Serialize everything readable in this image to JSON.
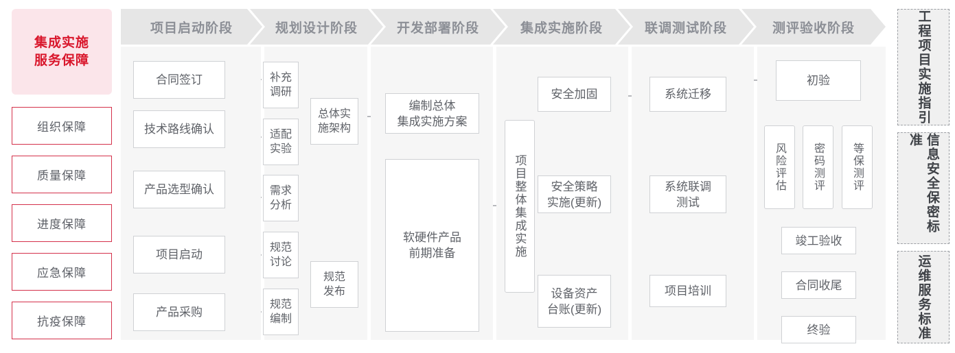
{
  "guarantee": {
    "title_lines": [
      "集成实施",
      "服务保障"
    ],
    "title_text": "集成实施服务保障",
    "accent_color": "#d9172c",
    "accent_bg": "#fbe5ea",
    "items": [
      {
        "label": "组织保障"
      },
      {
        "label": "质量保障"
      },
      {
        "label": "进度保障"
      },
      {
        "label": "应急保障"
      },
      {
        "label": "抗疫保障"
      }
    ]
  },
  "phases": [
    {
      "header": "项目启动阶段",
      "nodes": [
        {
          "label": "合同签订"
        },
        {
          "label": "技术路线确认"
        },
        {
          "label": "产品选型确认"
        },
        {
          "label": "项目启动"
        },
        {
          "label": "产品采购"
        }
      ]
    },
    {
      "header": "规划设计阶段",
      "nodes": [
        {
          "label": "补充\n调研"
        },
        {
          "label": "适配\n实验"
        },
        {
          "label": "需求\n分析"
        },
        {
          "label": "规范\n讨论"
        },
        {
          "label": "规范\n编制"
        },
        {
          "label": "总体实\n施架构"
        },
        {
          "label": "规范\n发布"
        }
      ]
    },
    {
      "header": "开发部署阶段",
      "nodes": [
        {
          "label": "编制总体\n集成实施方案"
        },
        {
          "label": "软硬件产品\n前期准备"
        }
      ]
    },
    {
      "header": "集成实施阶段",
      "nodes": [
        {
          "label": "项目整体集成实施"
        },
        {
          "label": "安全加固"
        },
        {
          "label": "安全策略\n实施(更新)"
        },
        {
          "label": "设备资产\n台账(更新)"
        }
      ]
    },
    {
      "header": "联调测试阶段",
      "nodes": [
        {
          "label": "系统迁移"
        },
        {
          "label": "系统联调\n测试"
        },
        {
          "label": "项目培训"
        }
      ]
    },
    {
      "header": "测评验收阶段",
      "nodes": [
        {
          "label": "初验"
        },
        {
          "label": "风险评估"
        },
        {
          "label": "密码测评"
        },
        {
          "label": "等保测评"
        },
        {
          "label": "竣工验收"
        },
        {
          "label": "合同收尾"
        },
        {
          "label": "终验"
        }
      ]
    }
  ],
  "standards": [
    {
      "label": "工程项目实施指引",
      "col_right": "工项实指",
      "col_left": "程目施引"
    },
    {
      "label": "信息安全保密标准",
      "col_right": "信安保标",
      "col_left": "息全密准"
    },
    {
      "label": "运维服务标准",
      "col_right": "运服标",
      "col_left": "维务准"
    }
  ]
}
